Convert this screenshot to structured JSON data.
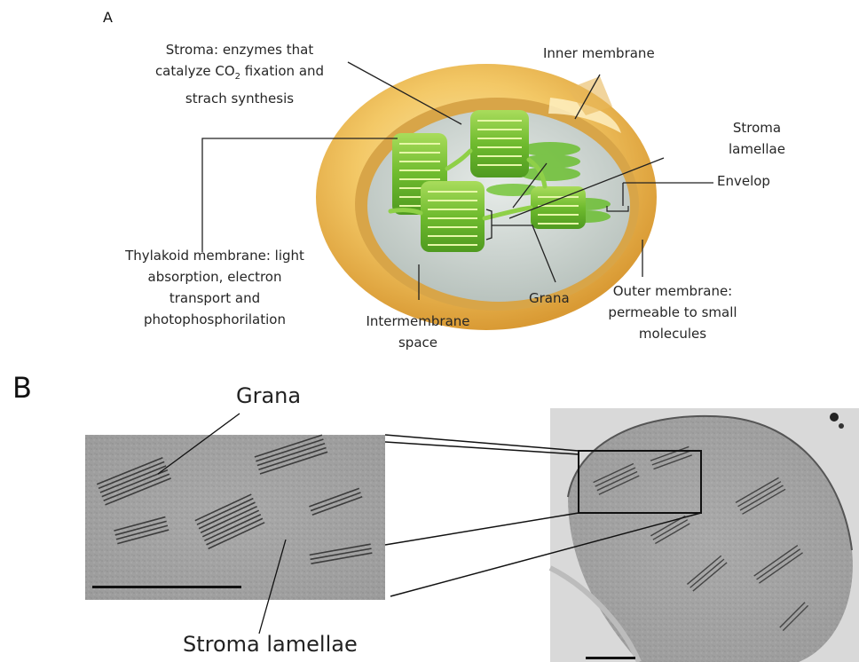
{
  "panels": {
    "a_letter": "A",
    "b_letter": "B"
  },
  "labels_a": {
    "stroma_l1": "Stroma: enzymes that",
    "stroma_l2a": "catalyze CO",
    "stroma_l2sub": "2",
    "stroma_l2b": " fixation and",
    "stroma_l3": "strach synthesis",
    "inner_membrane": "Inner membrane",
    "stroma_lamellae_l1": "Stroma",
    "stroma_lamellae_l2": "lamellae",
    "envelop": "Envelop",
    "thylakoid_l1": "Thylakoid membrane: light",
    "thylakoid_l2": "absorption, electron",
    "thylakoid_l3": "transport and",
    "thylakoid_l4": "photophosphorilation",
    "grana": "Grana",
    "intermembrane_l1": "Intermembrane",
    "intermembrane_l2": "space",
    "outer_l1": "Outer membrane:",
    "outer_l2": "permeable to small",
    "outer_l3": "molecules"
  },
  "labels_b": {
    "grana": "Grana",
    "stroma_lamellae": "Stroma lamellae"
  },
  "colors": {
    "envelope_outer": "#f0c860",
    "envelope_inner": "#e4b050",
    "stroma": "#c8d0cc",
    "granum": "#7fc23a",
    "granum_light": "#b8e070",
    "micrograph": "#9a9a9a"
  }
}
